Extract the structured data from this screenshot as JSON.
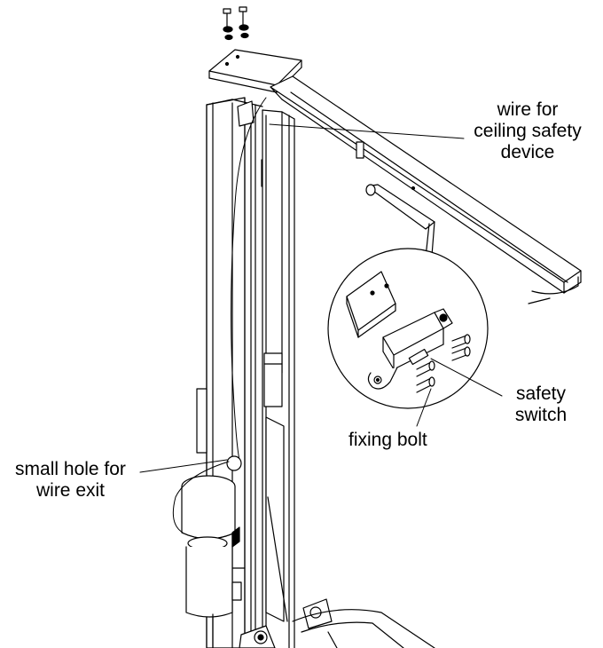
{
  "diagram": {
    "labels": {
      "wire_ceiling_line1": "wire for",
      "wire_ceiling_line2": "ceiling safety",
      "wire_ceiling_line3": "device",
      "safety_switch_line1": "safety",
      "safety_switch_line2": "switch",
      "fixing_bolt": "fixing bolt",
      "small_hole_line1": "small hole for",
      "small_hole_line2": "wire exit"
    },
    "colors": {
      "stroke": "#000000",
      "fill": "#ffffff",
      "shade": "#d9d9d9"
    }
  }
}
